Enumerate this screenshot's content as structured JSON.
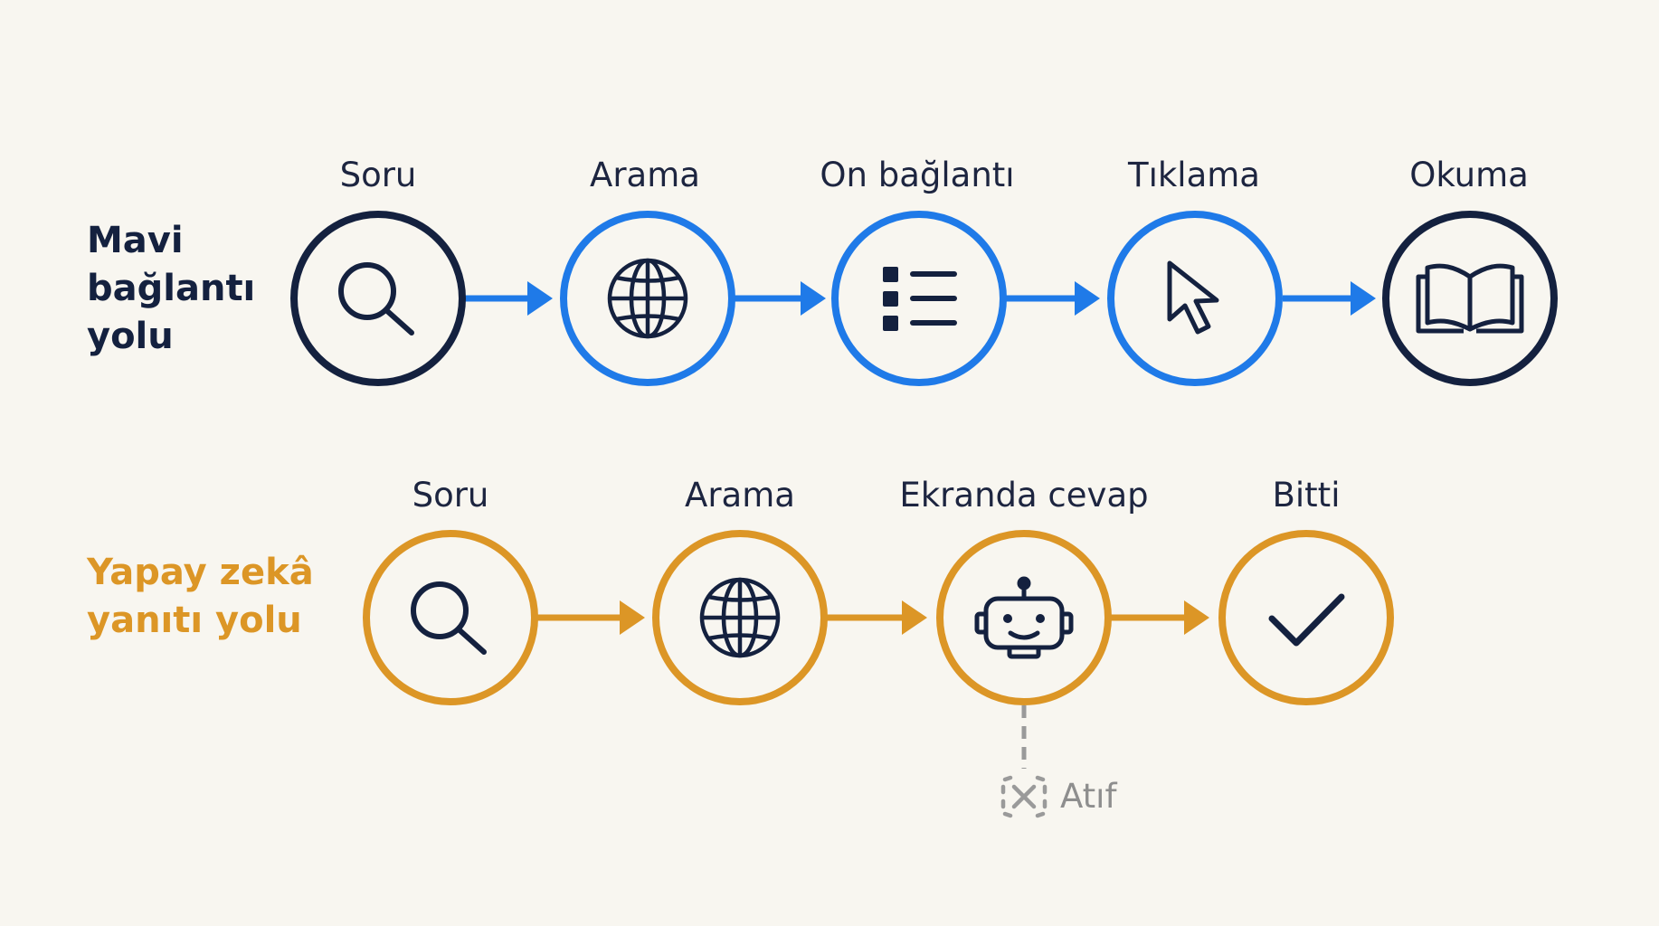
{
  "colors": {
    "navy": "#14213f",
    "blue": "#1f7ae8",
    "gold": "#dc9626",
    "gray": "#9a9a9a",
    "background": "#f8f6f0"
  },
  "rows": [
    {
      "title_lines": [
        "Mavi",
        "bağlantı",
        "yolu"
      ],
      "accent": "#1f7ae8",
      "title_color": "#14213f",
      "steps": [
        {
          "label": "Soru",
          "icon": "search-icon",
          "ring": "#14213f"
        },
        {
          "label": "Arama",
          "icon": "globe-icon",
          "ring": "#1f7ae8"
        },
        {
          "label": "On bağlantı",
          "icon": "list-icon",
          "ring": "#1f7ae8"
        },
        {
          "label": "Tıklama",
          "icon": "cursor-icon",
          "ring": "#1f7ae8"
        },
        {
          "label": "Okuma",
          "icon": "book-icon",
          "ring": "#14213f"
        }
      ]
    },
    {
      "title_lines": [
        "Yapay zekâ",
        "yanıtı yolu"
      ],
      "accent": "#dc9626",
      "title_color": "#dc9626",
      "steps": [
        {
          "label": "Soru",
          "icon": "search-icon",
          "ring": "#dc9626"
        },
        {
          "label": "Arama",
          "icon": "globe-icon",
          "ring": "#dc9626"
        },
        {
          "label": "Ekranda cevap",
          "icon": "robot-icon",
          "ring": "#dc9626"
        },
        {
          "label": "Bitti",
          "icon": "check-icon",
          "ring": "#dc9626"
        }
      ]
    }
  ],
  "attribution": {
    "label": "Atıf",
    "icon": "cross-icon",
    "color": "#9a9a9a"
  }
}
